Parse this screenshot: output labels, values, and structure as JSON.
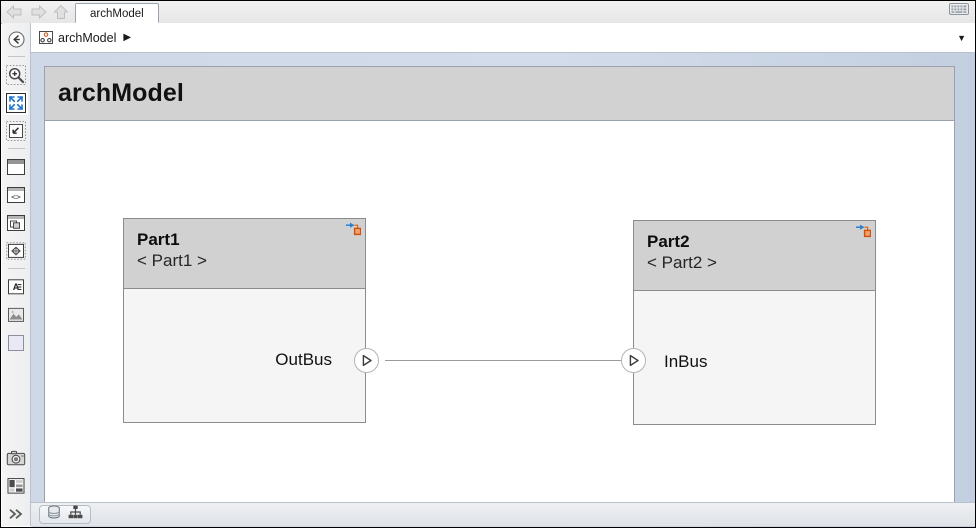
{
  "window": {
    "tabstrip": {
      "nav": [
        {
          "name": "back-arrow-icon",
          "label": "Back",
          "enabled": false
        },
        {
          "name": "forward-arrow-icon",
          "label": "Forward",
          "enabled": false
        },
        {
          "name": "up-arrow-icon",
          "label": "Up to Parent",
          "enabled": false
        }
      ],
      "tabs": [
        {
          "label": "archModel",
          "active": true
        }
      ],
      "keyboard_icon": "keyboard-icon"
    },
    "breadcrumb": {
      "icon": "architecture-model-icon",
      "path": "archModel",
      "caret": "▶",
      "dropdown_caret": "▼"
    }
  },
  "left_toolbar": {
    "items": [
      {
        "name": "navigate-back-icon",
        "label": "Back",
        "group": 0,
        "selected": false
      },
      {
        "name": "zoom-in-icon",
        "label": "Zoom In",
        "group": 1,
        "selected": false
      },
      {
        "name": "fit-to-view-icon",
        "label": "Fit To View",
        "group": 1,
        "selected": true
      },
      {
        "name": "zoom-to-region-icon",
        "label": "Zoom To Region",
        "group": 1,
        "selected": false
      },
      {
        "name": "model-block-icon",
        "label": "Model Block",
        "group": 2,
        "selected": false
      },
      {
        "name": "code-block-icon",
        "label": "Code Block",
        "group": 2,
        "selected": false
      },
      {
        "name": "subsystem-icon",
        "label": "Subsystem Reference",
        "group": 2,
        "selected": false
      },
      {
        "name": "state-chart-icon",
        "label": "State Chart",
        "group": 2,
        "selected": false
      },
      {
        "name": "annotation-text-icon",
        "label": "Text Annotation",
        "group": 3,
        "selected": false
      },
      {
        "name": "image-annotation-icon",
        "label": "Image Annotation",
        "group": 3,
        "selected": false
      },
      {
        "name": "area-icon",
        "label": "Area",
        "group": 3,
        "selected": false
      },
      {
        "name": "camera-icon",
        "label": "Snapshot",
        "group": 4,
        "selected": false
      },
      {
        "name": "layout-icon",
        "label": "Layout",
        "group": 4,
        "selected": false
      },
      {
        "name": "more-chevrons-icon",
        "label": "More",
        "group": 4,
        "selected": false
      }
    ]
  },
  "canvas": {
    "title": "archModel",
    "blocks": [
      {
        "name": "Part1",
        "stereotype": "< Part1 >",
        "badge_icon": "component-port-badge-icon",
        "ports": [
          {
            "name": "OutBus",
            "direction": "output",
            "side": "right"
          }
        ]
      },
      {
        "name": "Part2",
        "stereotype": "< Part2 >",
        "badge_icon": "component-port-badge-icon",
        "ports": [
          {
            "name": "InBus",
            "direction": "input",
            "side": "left"
          }
        ]
      }
    ],
    "connections": [
      {
        "from": "Part1.OutBus",
        "to": "Part2.InBus"
      }
    ]
  },
  "status_bar": {
    "items": [
      {
        "name": "model-data-icon",
        "label": "Model Data"
      },
      {
        "name": "hierarchy-icon",
        "label": "Hierarchy"
      }
    ]
  },
  "colors": {
    "block_header": "#d1d1d1",
    "block_body": "#f5f5f5",
    "block_border": "#8c8c8c",
    "paper_title_bg": "#d2d2d2",
    "canvas_bg": "#ced8e6",
    "badge_blue": "#2f7fd0",
    "badge_orange": "#e06010",
    "wire": "#9b9b9b"
  }
}
